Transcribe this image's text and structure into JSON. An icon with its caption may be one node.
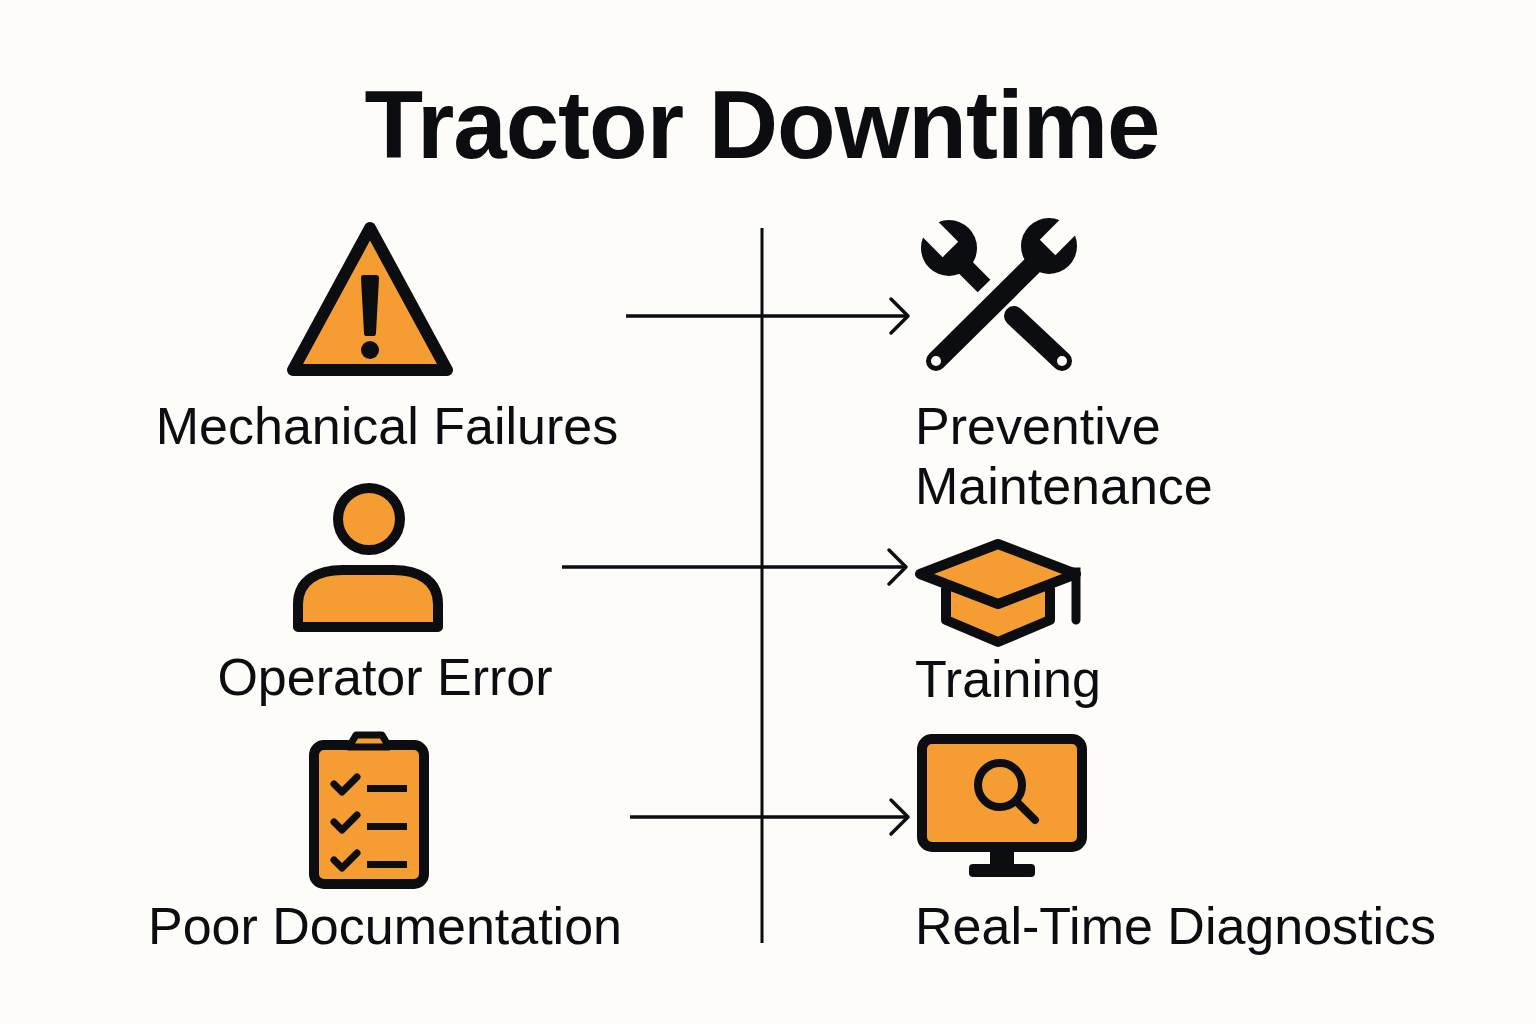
{
  "diagram": {
    "title": "Tractor Downtime",
    "nodes": [
      {
        "text": [
          "Mechanical Failures"
        ]
      },
      {
        "text": [
          "Operator Error"
        ]
      },
      {
        "text": [
          "Poor Documentation"
        ]
      },
      {
        "text": [
          "Preventive Maintenance"
        ]
      },
      {
        "text": [
          "Training"
        ]
      },
      {
        "text": [
          "Real-Time Diagnostics"
        ]
      }
    ],
    "edges": [
      {
        "from": 0,
        "to": 3,
        "arrow": "to"
      },
      {
        "from": 1,
        "to": 4,
        "arrow": "to"
      },
      {
        "from": 2,
        "to": 5,
        "arrow": "to"
      }
    ]
  }
}
